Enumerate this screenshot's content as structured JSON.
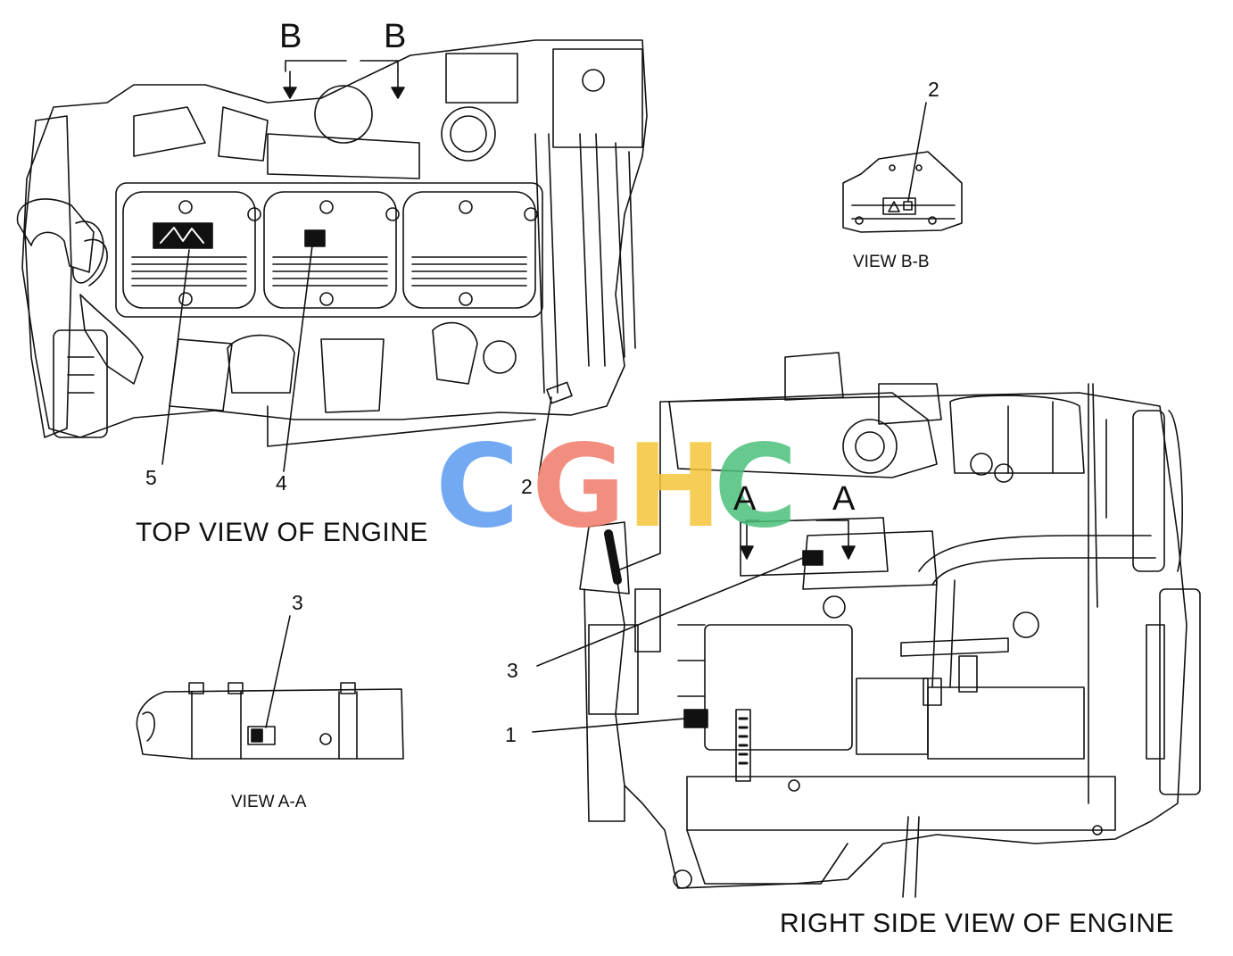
{
  "colors": {
    "ink": "#111111",
    "watermark_c1": "#5b9bf0",
    "watermark_g": "#f07b6b",
    "watermark_h": "#f5c63a",
    "watermark_c2": "#4cc07a"
  },
  "watermark": {
    "c1": "C",
    "g": "G",
    "h": "H",
    "c2": "C"
  },
  "titles": {
    "top_view": "TOP VIEW OF ENGINE",
    "right_side_view": "RIGHT SIDE VIEW OF ENGINE",
    "view_aa": "VIEW A-A",
    "view_bb": "VIEW B-B"
  },
  "section_markers": {
    "b_left": "B",
    "b_right": "B",
    "a_left": "A",
    "a_right": "A"
  },
  "callouts": {
    "c1": "1",
    "c2_top": "2",
    "c2_viewbb": "2",
    "c3_viewaa": "3",
    "c3_right": "3",
    "c4": "4",
    "c5": "5"
  }
}
